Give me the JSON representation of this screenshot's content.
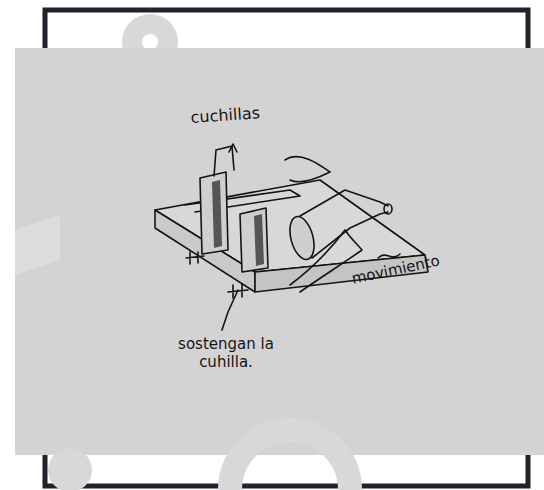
{
  "diagram": {
    "labels": [
      "cuchillas",
      "movimiento",
      "sostengan la cuhilla."
    ]
  }
}
